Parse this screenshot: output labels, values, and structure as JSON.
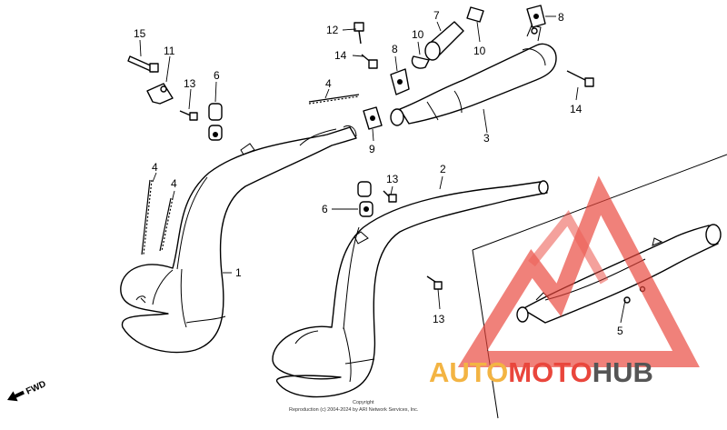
{
  "diagram": {
    "callouts": {
      "c1": "1",
      "c2": "2",
      "c3": "3",
      "c4a": "4",
      "c4b": "4",
      "c4c": "4",
      "c5": "5",
      "c6a": "6",
      "c6b": "6",
      "c7": "7",
      "c8a": "8",
      "c8b": "8",
      "c9": "9",
      "c10a": "10",
      "c10b": "10",
      "c11": "11",
      "c12": "12",
      "c13a": "13",
      "c13b": "13",
      "c13c": "13",
      "c14a": "14",
      "c14b": "14",
      "c15": "15"
    },
    "fwd_label": "FWD",
    "copyright_line1": "Copyright",
    "copyright_line2": "Reproduction (c) 2004-2024 by ARI Network Services, Inc."
  },
  "watermark": {
    "part1": "AUTO",
    "part2": "MOTO",
    "part3": "HUB",
    "color_primary": "#f3b443",
    "color_secondary": "#e9463c",
    "color_dark": "#555555"
  }
}
